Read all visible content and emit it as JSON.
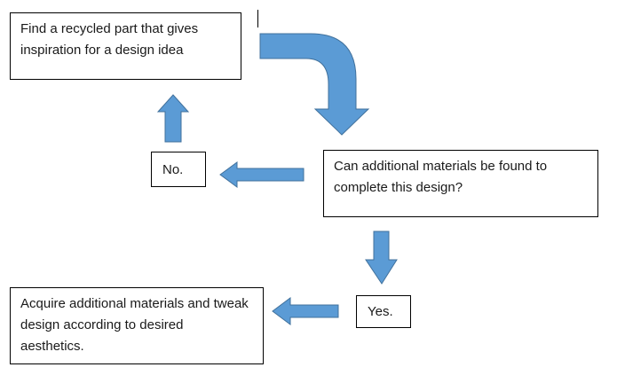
{
  "diagram": {
    "arrow_color": "#5b9bd5",
    "arrow_stroke": "#41719c",
    "boxes": {
      "find_part": "Find a recycled part that gives inspiration for a design idea",
      "question": "Can additional materials be found to complete this design?",
      "no": "No.",
      "yes": "Yes.",
      "acquire": "Acquire additional materials and tweak design according to desired aesthetics."
    }
  }
}
